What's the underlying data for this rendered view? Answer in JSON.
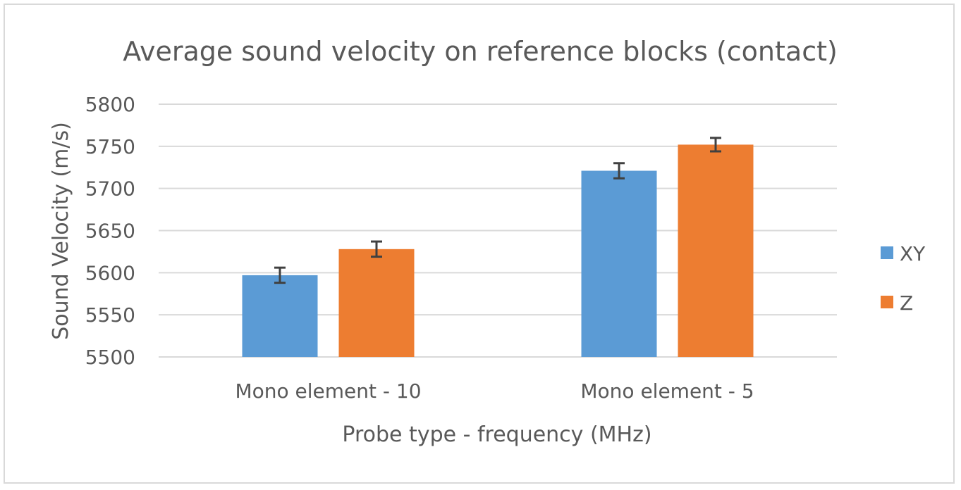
{
  "chart_data": {
    "type": "bar",
    "title": "Average sound velocity on reference blocks (contact)",
    "xlabel": "Probe type - frequency (MHz)",
    "ylabel": "Sound Velocity (m/s)",
    "categories": [
      "Mono element - 10",
      "Mono element - 5"
    ],
    "series": [
      {
        "name": "XY",
        "values": [
          5597,
          5721
        ],
        "errors": [
          9,
          9
        ],
        "color": "#5b9bd5"
      },
      {
        "name": "Z",
        "values": [
          5628,
          5752
        ],
        "errors": [
          9,
          8
        ],
        "color": "#ed7d31"
      }
    ],
    "ylim": [
      5500,
      5800
    ],
    "yticks": [
      5500,
      5550,
      5600,
      5650,
      5700,
      5750,
      5800
    ],
    "grid": true,
    "legend_position": "right"
  }
}
